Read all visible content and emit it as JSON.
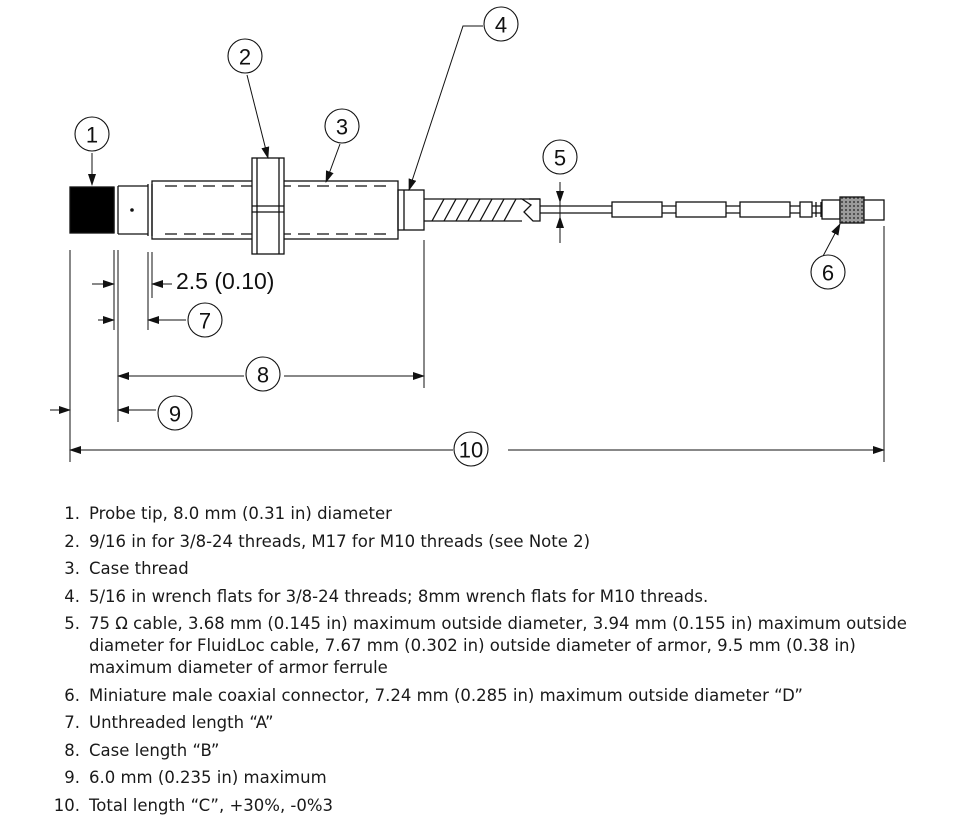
{
  "callouts": [
    "1",
    "2",
    "3",
    "4",
    "5",
    "6",
    "7",
    "8",
    "9",
    "10"
  ],
  "dimension_label": "2.5 (0.10)",
  "notes": [
    {
      "num": "1.",
      "text": "Probe tip, 8.0 mm (0.31 in) diameter"
    },
    {
      "num": "2.",
      "text": "9/16 in for 3/8-24 threads, M17 for M10 threads (see Note 2)"
    },
    {
      "num": "3.",
      "text": "Case thread"
    },
    {
      "num": "4.",
      "text": "5/16 in wrench flats for 3/8-24 threads; 8mm wrench flats for M10 threads."
    },
    {
      "num": "5.",
      "text": "75 Ω cable, 3.68 mm (0.145 in) maximum outside diameter, 3.94 mm (0.155 in) maximum outside diameter for FluidLoc cable, 7.67 mm (0.302 in) outside diameter of armor, 9.5 mm (0.38 in) maximum diameter of armor ferrule"
    },
    {
      "num": "6.",
      "text": "Miniature male coaxial connector, 7.24 mm (0.285 in) maximum outside diameter “D”"
    },
    {
      "num": "7.",
      "text": "Unthreaded length “A”"
    },
    {
      "num": "8.",
      "text": "Case length “B”"
    },
    {
      "num": "9.",
      "text": "6.0 mm (0.235 in) maximum"
    },
    {
      "num": "10.",
      "text": "Total length “C”, +30%, -0%3"
    }
  ]
}
